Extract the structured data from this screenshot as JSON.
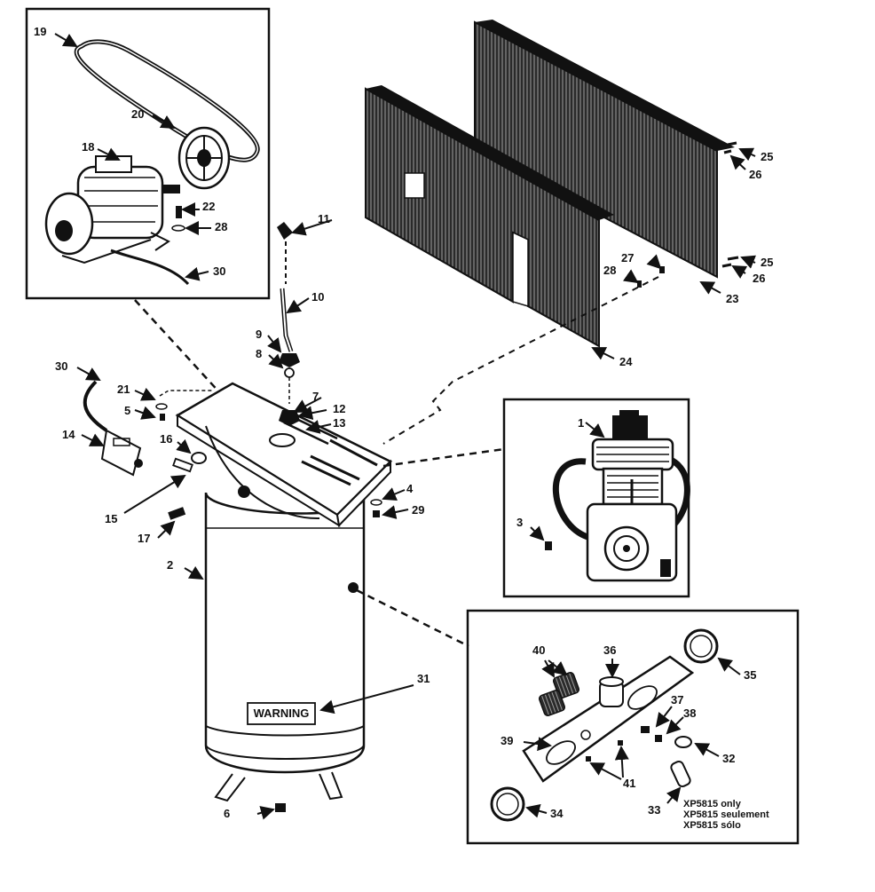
{
  "diagram": {
    "tank_label": "WARNING",
    "model_note": {
      "line1": "XP5815 only",
      "line2": "XP5815 seulement",
      "line3": "XP5815 sólo"
    },
    "callouts": {
      "c1": "1",
      "c2": "2",
      "c3": "3",
      "c4": "4",
      "c5": "5",
      "c6": "6",
      "c7": "7",
      "c8": "8",
      "c9": "9",
      "c10": "10",
      "c11": "11",
      "c12": "12",
      "c13": "13",
      "c14": "14",
      "c15": "15",
      "c16": "16",
      "c17": "17",
      "c18": "18",
      "c19": "19",
      "c20": "20",
      "c21": "21",
      "c22": "22",
      "c23": "23",
      "c24": "24",
      "c25a": "25",
      "c25b": "25",
      "c26a": "26",
      "c26b": "26",
      "c27": "27",
      "c28a": "28",
      "c28b": "28",
      "c29": "29",
      "c30a": "30",
      "c30b": "30",
      "c31": "31",
      "c32": "32",
      "c33": "33",
      "c34": "34",
      "c35": "35",
      "c36": "36",
      "c37": "37",
      "c38": "38",
      "c39": "39",
      "c40": "40",
      "c41": "41"
    }
  }
}
